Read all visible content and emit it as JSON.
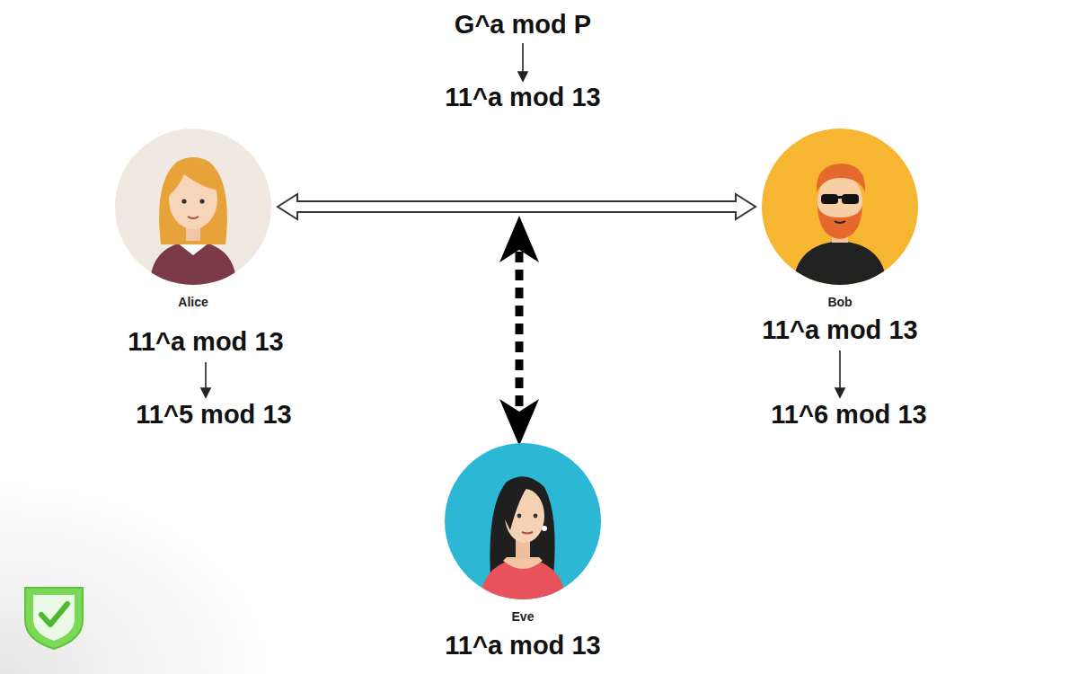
{
  "diagram": {
    "nodes": [
      {
        "text": [
          "Alice"
        ]
      },
      {
        "text": [
          "Bob"
        ]
      },
      {
        "text": [
          "Eve"
        ]
      }
    ],
    "edges": [
      {
        "from": 0,
        "to": 1,
        "arrow": "both"
      }
    ],
    "labels": [
      "G^a mod P",
      "11^a mod 13",
      "11^a mod 13",
      "11^5 mod 13",
      "11^a mod 13",
      "11^6 mod 13",
      "11^a mod 13"
    ]
  }
}
